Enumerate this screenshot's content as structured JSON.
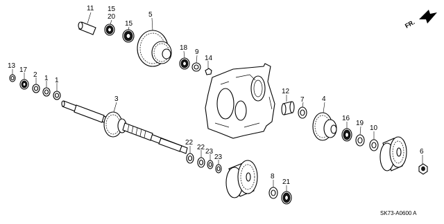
{
  "labels": {
    "p11": "11",
    "p15a": "15",
    "p20": "20",
    "p5": "5",
    "p15b": "15",
    "p18": "18",
    "p9": "9",
    "p14": "14",
    "p13": "13",
    "p17": "17",
    "p2": "2",
    "p1a": "1",
    "p1b": "1",
    "p3": "3",
    "p12": "12",
    "p4": "4",
    "p7": "7",
    "p16": "16",
    "p19": "19",
    "p10": "10",
    "p22a": "22",
    "p22b": "22",
    "p23a": "23",
    "p23b": "23",
    "p8": "8",
    "p21": "21",
    "p6": "6"
  },
  "direction_label": "FR.",
  "diagram_code": "SK73-A0600 A"
}
